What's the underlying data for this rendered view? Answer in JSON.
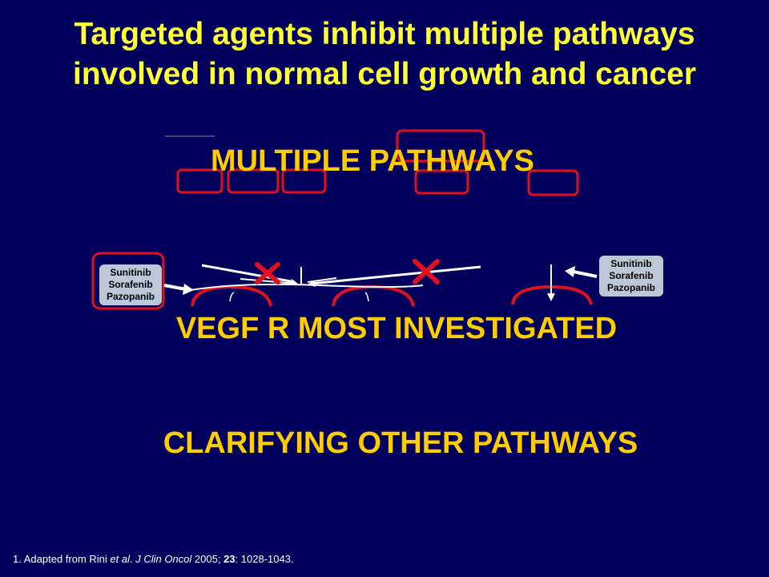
{
  "title": {
    "line1": "Targeted agents inhibit multiple pathways",
    "line2": "involved in normal cell growth and cancer"
  },
  "headlines": {
    "multiple_pathways": "MULTIPLE PATHWAYS",
    "vegf": "VEGF R MOST INVESTIGATED",
    "clarifying": "CLARIFYING OTHER PATHWAYS"
  },
  "drugs_left": [
    "Sunitinib",
    "Sorafenib",
    "Pazopanib"
  ],
  "drugs_right": [
    "Sunitinib",
    "Sorafenib",
    "Pazopanib"
  ],
  "footnote": {
    "prefix": "1. Adapted from Rini ",
    "et_al": "et al",
    "mid": ". ",
    "journal": "J Clin Oncol",
    "year": " 2005; ",
    "volume": "23",
    "pages": ": 1028-1043."
  },
  "colors": {
    "background": "#00005c",
    "title": "#ffff33",
    "headline": "#ffcc00",
    "highlight": "#e0101e",
    "drug_box": "#bcc8d8"
  }
}
